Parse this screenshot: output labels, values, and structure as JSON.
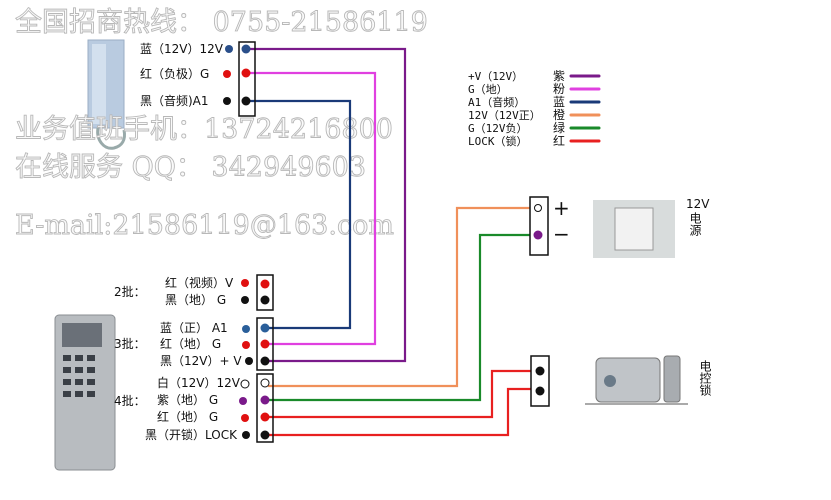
{
  "watermark": {
    "line1": "全国招商热线：  0755-21586119",
    "line2": "业务值班手机：13724216800",
    "line3": "在线服务 QQ：  342949603",
    "line4": "E-mail:21586119@163.com"
  },
  "handset_terminal": {
    "pins": [
      {
        "label": "蓝（12V）12V",
        "dot_color": "#2a4f8a"
      },
      {
        "label": "红（负极）G",
        "dot_color": "#e01010"
      },
      {
        "label": "黑（音频)A1",
        "dot_color": "#111111"
      }
    ]
  },
  "legend": {
    "items": [
      {
        "signal": "+V（12V）",
        "color_name": "紫",
        "color": "#7a1a8a"
      },
      {
        "signal": " G（地）",
        "color_name": "粉",
        "color": "#e040e0"
      },
      {
        "signal": "A1（音频）",
        "color_name": "蓝",
        "color": "#1a3a78"
      },
      {
        "signal": "12V（12V正）",
        "color_name": "橙",
        "color": "#f0905a"
      },
      {
        "signal": "G（12V负）",
        "color_name": "绿",
        "color": "#1a8a2a"
      },
      {
        "signal": "LOCK（锁）",
        "color_name": "红",
        "color": "#e82020"
      }
    ]
  },
  "power_supply": {
    "plus": "+",
    "minus": "−",
    "label_voltage": "12V",
    "label_name": "电源"
  },
  "lock": {
    "label": "电控锁"
  },
  "outdoor_unit": {
    "group2": {
      "title": "2批：",
      "pins": [
        {
          "label": "红（视频）V",
          "dot_color": "#e01010"
        },
        {
          "label": "黑（地）  G",
          "dot_color": "#111111"
        }
      ]
    },
    "group3": {
      "title": "3批：",
      "pins": [
        {
          "label": "蓝（正）  A1",
          "dot_color": "#2a5f9a"
        },
        {
          "label": "红（地）  G",
          "dot_color": "#e01010"
        },
        {
          "label": "黑（12V）+ V",
          "dot_color": "#111111"
        }
      ]
    },
    "group4": {
      "title": "4批：",
      "pins": [
        {
          "label": "白（12V）12V",
          "dot_color": "#ffffff"
        },
        {
          "label": "紫（地）  G",
          "dot_color": "#7a1a8a"
        },
        {
          "label": "红（地）  G",
          "dot_color": "#e01010"
        },
        {
          "label": "黑（开锁）LOCK",
          "dot_color": "#111111"
        }
      ]
    }
  }
}
